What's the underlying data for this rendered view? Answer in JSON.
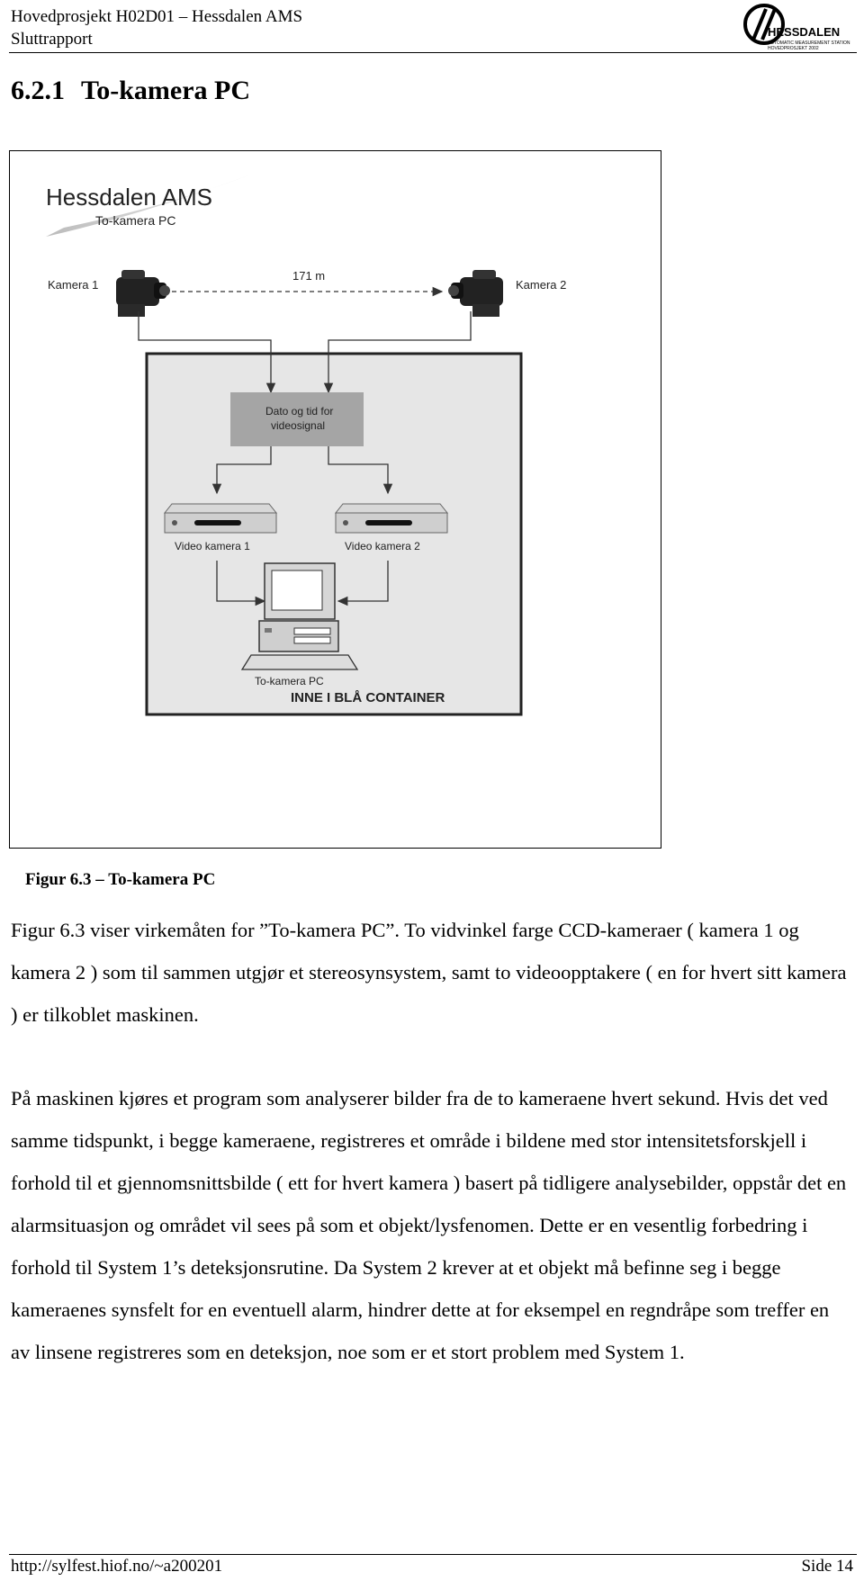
{
  "header": {
    "line1": "Hovedprosjekt H02D01 – Hessdalen AMS",
    "line2": "Sluttrapport",
    "logo_text": "HESSDALEN",
    "logo_subtext": "AUTOMATIC MEASUREMENT STATION",
    "logo_subtext2": "HOVEDPROSJEKT 2002"
  },
  "section": {
    "number": "6.2.1",
    "title": "To-kamera PC"
  },
  "figure": {
    "title": "Hessdalen AMS",
    "subtitle": "To-kamera PC",
    "camera1_label": "Kamera 1",
    "camera2_label": "Kamera 2",
    "distance_label": "171 m",
    "sync_box_line1": "Dato og tid for",
    "sync_box_line2": "videosignal",
    "recorder1_label": "Video kamera 1",
    "recorder2_label": "Video kamera 2",
    "pc_label": "To-kamera PC",
    "container_label": "INNE I BLÅ CONTAINER"
  },
  "caption": "Figur 6.3 – To-kamera PC",
  "paragraphs": {
    "p1": "Figur 6.3 viser virkemåten for ”To-kamera PC”. To vidvinkel farge CCD-kameraer ( kamera 1 og kamera 2 ) som til sammen utgjør et stereosynsystem, samt to videoopptakere ( en for hvert sitt kamera ) er tilkoblet maskinen.",
    "p2": "På maskinen kjøres et program som analyserer bilder fra de to kameraene hvert sekund. Hvis det ved samme tidspunkt, i begge kameraene, registreres et område i bildene med stor intensitetsforskjell i forhold til et gjennomsnittsbilde ( ett for hvert kamera ) basert på tidligere analysebilder, oppstår det en alarmsituasjon og området vil sees på som et objekt/lysfenomen. Dette er en vesentlig forbedring i forhold til System 1’s deteksjonsrutine. Da System 2 krever at et objekt må befinne seg i begge kameraenes synsfelt for en eventuell alarm, hindrer dette at for eksempel en regndråpe som treffer en av linsene registreres som en deteksjon, noe som er et stort problem med System 1."
  },
  "footer": {
    "url": "http://sylfest.hiof.no/~a200201",
    "page": "Side 14"
  }
}
